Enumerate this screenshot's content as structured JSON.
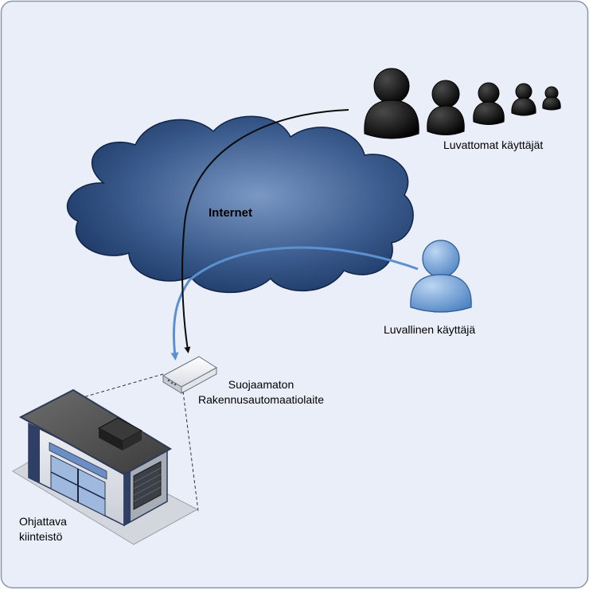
{
  "colors": {
    "background": "#e9eef8",
    "frame": "#8a96a8",
    "cloud_light": "#7b98c4",
    "cloud_dark": "#17325f",
    "authorized": "#5b91d0",
    "unauthorized": "#0b0b0b"
  },
  "cloud": {
    "label": "Internet"
  },
  "unauthorized_users": {
    "label": "Luvattomat käyttäjät",
    "count": 5
  },
  "authorized_user": {
    "label": "Luvallinen käyttäjä"
  },
  "device": {
    "lines": [
      "Suojaamaton",
      "Rakennusautomaatiolaite"
    ]
  },
  "building": {
    "lines": [
      "Ohjattava",
      "kiinteistö"
    ]
  }
}
